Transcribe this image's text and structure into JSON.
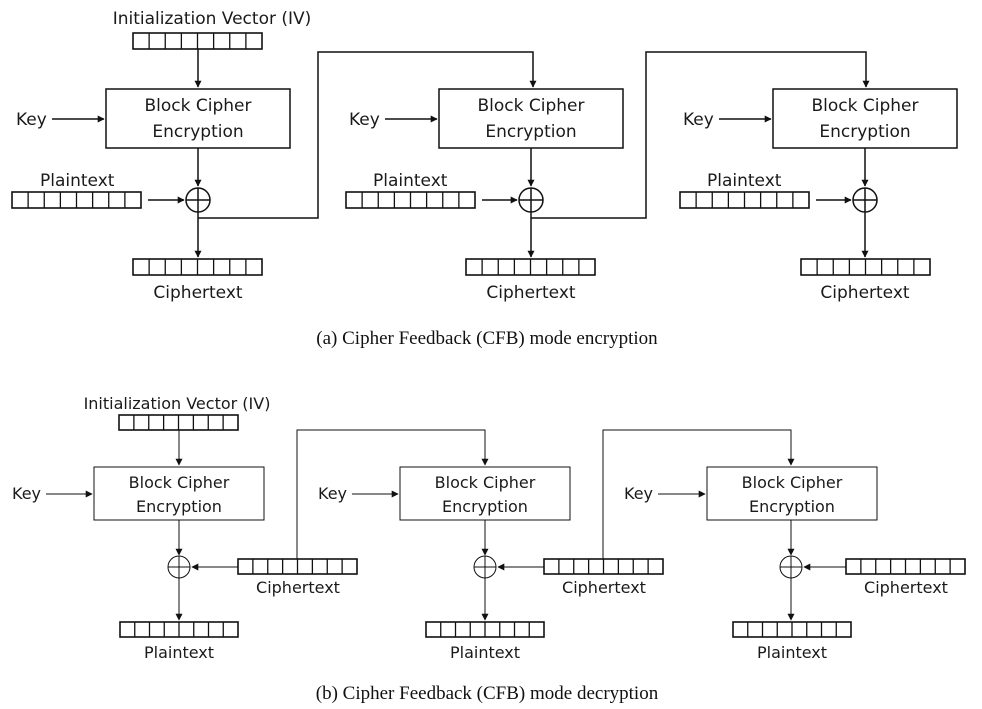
{
  "encryption": {
    "iv_label": "Initialization Vector (IV)",
    "key_labels": [
      "Key",
      "Key",
      "Key"
    ],
    "block_line1": [
      "Block Cipher",
      "Block Cipher",
      "Block Cipher"
    ],
    "block_line2": [
      "Encryption",
      "Encryption",
      "Encryption"
    ],
    "plaintext_labels": [
      "Plaintext",
      "Plaintext",
      "Plaintext"
    ],
    "ciphertext_labels": [
      "Ciphertext",
      "Ciphertext",
      "Ciphertext"
    ],
    "caption": "(a)  Cipher Feedback (CFB) mode encryption"
  },
  "decryption": {
    "iv_label": "Initialization Vector (IV)",
    "key_labels": [
      "Key",
      "Key",
      "Key"
    ],
    "block_line1": [
      "Block Cipher",
      "Block Cipher",
      "Block Cipher"
    ],
    "block_line2": [
      "Encryption",
      "Encryption",
      "Encryption"
    ],
    "ciphertext_labels": [
      "Ciphertext",
      "Ciphertext",
      "Ciphertext"
    ],
    "plaintext_labels": [
      "Plaintext",
      "Plaintext",
      "Plaintext"
    ],
    "caption": "(b)  Cipher Feedback (CFB) mode decryption"
  },
  "icons": {
    "xor": "xor-circle-plus-icon",
    "register": "bit-register-icon",
    "arrow": "arrowhead-icon"
  },
  "colors": {
    "stroke": "#111111",
    "text": "#1a1a1a"
  }
}
